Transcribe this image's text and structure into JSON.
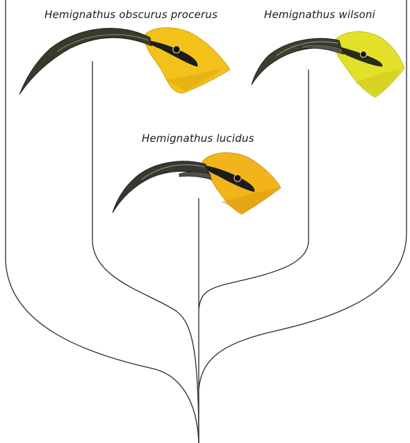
{
  "species": {
    "procerus": "Hemignathus obscurus procerus",
    "wilsoni": "Hemignathus wilsoni",
    "lucidus": "Hemignathus lucidus"
  },
  "colors": {
    "branch": "#2a2a2a",
    "head_procerus": "#f2c21a",
    "head_wilsoni": "#e3e02a",
    "head_lucidus": "#f2b41a",
    "beak": "#3a3a2c",
    "eye_stripe": "#1c1c1c"
  }
}
